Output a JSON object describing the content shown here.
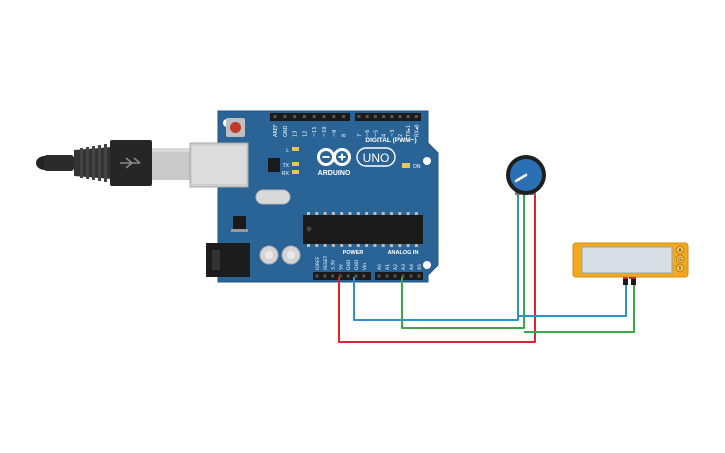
{
  "board": {
    "brand_label": "ARDUINO",
    "model_label": "UNO",
    "digital_header_label": "DIGITAL (PWM~)",
    "power_header_label": "POWER",
    "analog_header_label": "ANALOG IN",
    "led_l_label": "L",
    "led_tx_label": "TX",
    "led_rx_label": "RX",
    "led_on_label": "ON",
    "top_pins": [
      "AREF",
      "GND",
      "13",
      "12",
      "~11",
      "~10",
      "~9",
      "8",
      "7",
      "~6",
      "~5",
      "4",
      "~3",
      "2",
      "TX▸1",
      "RX◂0"
    ],
    "power_pins": [
      "IOREF",
      "RESET",
      "3.3V",
      "5V",
      "GND",
      "GND",
      "Vin"
    ],
    "analog_pins": [
      "A0",
      "A1",
      "A2",
      "A3",
      "A4",
      "A5"
    ]
  },
  "sensor_module": {
    "pin_labels": [
      "A",
      "G",
      "5"
    ]
  },
  "colors": {
    "board_blue": "#2a6496",
    "board_edge": "#1f5484",
    "wire_red": "#d9262c",
    "wire_blue": "#2b93c9",
    "wire_green": "#3aa845",
    "module_yellow": "#f2a81d",
    "module_screen": "#d7dde4"
  }
}
